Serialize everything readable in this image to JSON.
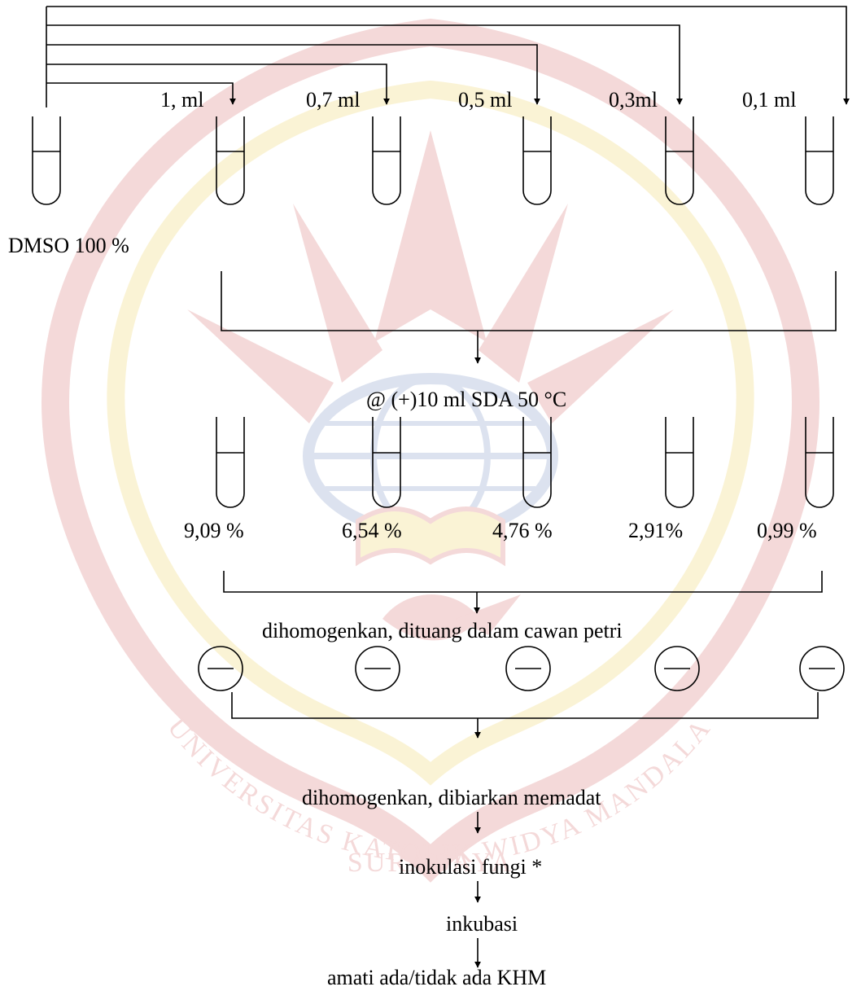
{
  "diagram": {
    "volume_labels": [
      "1, ml",
      "0,7 ml",
      "0,5 ml",
      "0,3ml",
      "0,1 ml"
    ],
    "solvent_label": "DMSO 100 %",
    "sda_step": "@ (+)10 ml SDA 50 °C",
    "concentration_labels": [
      "9,09 %",
      "6,54 %",
      "4,76 %",
      "2,91%",
      "0,99  %"
    ],
    "pour_step": "dihomogenkan, dituang dalam cawan petri",
    "solidify_step": "dihomogenkan, dibiarkan memadat",
    "inoculate_step": "inokulasi fungi *",
    "incubate_step": "inkubasi",
    "observe_step": "amati ada/tidak ada KHM"
  },
  "watermark": {
    "text_top": "UNIVERSITAS KATOLIK WIDYA MANDALA",
    "text_bottom": "SURABAYA",
    "primary_color": "#c01818",
    "secondary_color": "#e6b800",
    "accent_color": "#2a52a0"
  }
}
